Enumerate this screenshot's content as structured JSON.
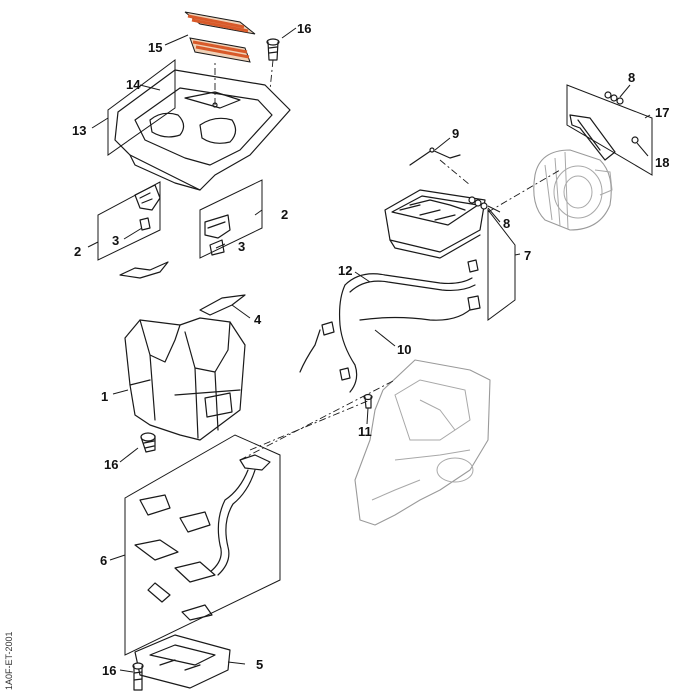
{
  "diagram": {
    "colors": {
      "line": "#1a1a1a",
      "ghost": "#9a9a9a",
      "filter_accent": "#d85a2a",
      "filter_base": "#f0d2b8"
    },
    "callouts": {
      "c1": "1",
      "c2a": "2",
      "c2b": "2",
      "c3a": "3",
      "c3b": "3",
      "c4": "4",
      "c5": "5",
      "c6": "6",
      "c7": "7",
      "c8a": "8",
      "c8b": "8",
      "c9": "9",
      "c10": "10",
      "c11": "11",
      "c12": "12",
      "c13": "13",
      "c14": "14",
      "c15": "15",
      "c16a": "16",
      "c16b": "16",
      "c16c": "16",
      "c17": "17",
      "c18": "18"
    },
    "drawing_code": "1A0F-ET-2001"
  }
}
